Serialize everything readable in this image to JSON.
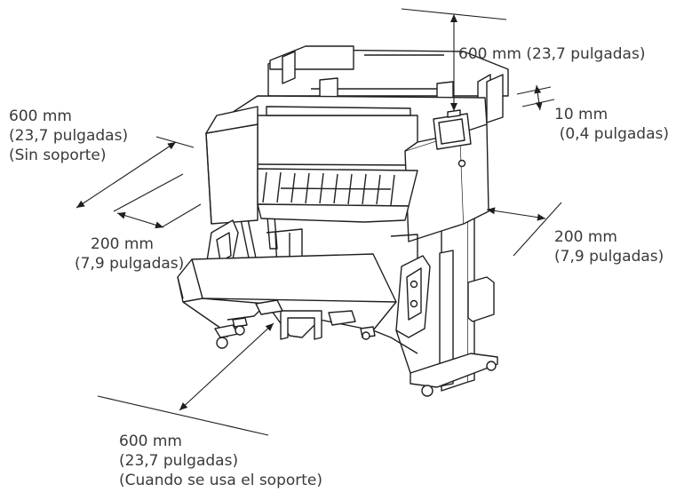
{
  "dimensions": {
    "top": {
      "line1": "600 mm (23,7 pulgadas)"
    },
    "right_gap": {
      "line1": "10 mm",
      "line2": "(0,4 pulgadas)"
    },
    "left_no_stand": {
      "line1": "600 mm",
      "line2": "(23,7 pulgadas)",
      "line3": "(Sin soporte)"
    },
    "left_side": {
      "line1": "200 mm",
      "line2": "(7,9 pulgadas)"
    },
    "right_side": {
      "line1": "200 mm",
      "line2": "(7,9 pulgadas)"
    },
    "front_with_stand": {
      "line1": "600 mm",
      "line2": "(23,7 pulgadas)",
      "line3": "(Cuando se usa el soporte)"
    }
  },
  "colors": {
    "line": "#1f1f1f",
    "text": "#3a3a3a",
    "body_fill": "#ffffff"
  }
}
